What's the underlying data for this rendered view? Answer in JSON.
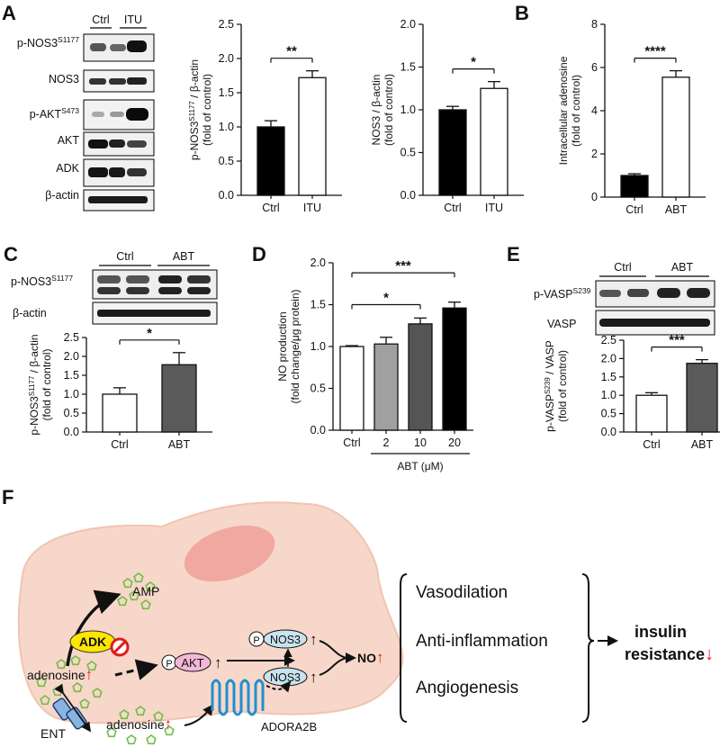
{
  "panels": {
    "A": {
      "label": "A",
      "blot_groups": [
        "Ctrl",
        "ITU"
      ],
      "blot_rows": [
        {
          "label": "p-NOS3",
          "sup": "S1177"
        },
        {
          "label": "NOS3",
          "sup": ""
        },
        {
          "label": "p-AKT",
          "sup": "S473"
        },
        {
          "label": "AKT",
          "sup": ""
        },
        {
          "label": "ADK",
          "sup": ""
        },
        {
          "label": "β-actin",
          "sup": ""
        }
      ]
    },
    "B": {
      "label": "B"
    },
    "C": {
      "label": "C",
      "blot_groups": [
        "Ctrl",
        "ABT"
      ],
      "blot_rows": [
        {
          "label": "p-NOS3",
          "sup": "S1177"
        },
        {
          "label": "β-actin",
          "sup": ""
        }
      ]
    },
    "D": {
      "label": "D"
    },
    "E": {
      "label": "E",
      "blot_groups": [
        "Ctrl",
        "ABT"
      ],
      "blot_rows": [
        {
          "label": "p-VASP",
          "sup": "S239"
        },
        {
          "label": "VASP",
          "sup": ""
        }
      ]
    },
    "F": {
      "label": "F"
    }
  },
  "chart_data": [
    {
      "id": "A1",
      "type": "bar",
      "categories": [
        "Ctrl",
        "ITU"
      ],
      "values": [
        1.0,
        1.72
      ],
      "errors": [
        0.09,
        0.1
      ],
      "fills": [
        "#000000",
        "#ffffff"
      ],
      "ylim": [
        0,
        2.5
      ],
      "yticks": [
        "0.0",
        "0.5",
        "1.0",
        "1.5",
        "2.0",
        "2.5"
      ],
      "ylabel": {
        "line1_pre": "p-NOS3",
        "line1_sup": "S1177",
        "line1_post": " / β-actin",
        "line2": "(fold of control)"
      },
      "xlabel": "",
      "significance": [
        {
          "from": 0,
          "to": 1,
          "text": "**"
        }
      ]
    },
    {
      "id": "A2",
      "type": "bar",
      "categories": [
        "Ctrl",
        "ITU"
      ],
      "values": [
        1.0,
        1.25
      ],
      "errors": [
        0.04,
        0.08
      ],
      "fills": [
        "#000000",
        "#ffffff"
      ],
      "ylim": [
        0,
        2.0
      ],
      "yticks": [
        "0.0",
        "0.5",
        "1.0",
        "1.5",
        "2.0"
      ],
      "ylabel": {
        "line1_pre": "NOS3 / β-actin",
        "line1_sup": "",
        "line1_post": "",
        "line2": "(fold of control)"
      },
      "xlabel": "",
      "significance": [
        {
          "from": 0,
          "to": 1,
          "text": "*"
        }
      ]
    },
    {
      "id": "B",
      "type": "bar",
      "categories": [
        "Ctrl",
        "ABT"
      ],
      "values": [
        1.0,
        5.55
      ],
      "errors": [
        0.08,
        0.3
      ],
      "fills": [
        "#000000",
        "#ffffff"
      ],
      "ylim": [
        0,
        8
      ],
      "yticks": [
        "0",
        "2",
        "4",
        "6",
        "8"
      ],
      "ylabel": {
        "line1_pre": "Intracellular adenosine",
        "line1_sup": "",
        "line1_post": "",
        "line2": "(fold of control)"
      },
      "xlabel": "",
      "significance": [
        {
          "from": 0,
          "to": 1,
          "text": "****"
        }
      ]
    },
    {
      "id": "C",
      "type": "bar",
      "categories": [
        "Ctrl",
        "ABT"
      ],
      "values": [
        1.0,
        1.78
      ],
      "errors": [
        0.17,
        0.32
      ],
      "fills": [
        "#ffffff",
        "#5a5a5a"
      ],
      "ylim": [
        0,
        2.5
      ],
      "yticks": [
        "0.0",
        "0.5",
        "1.0",
        "1.5",
        "2.0",
        "2.5"
      ],
      "ylabel": {
        "line1_pre": "p-NOS3",
        "line1_sup": "S1177",
        "line1_post": " / β-actin",
        "line2": "(fold of control)"
      },
      "xlabel": "",
      "significance": [
        {
          "from": 0,
          "to": 1,
          "text": "*"
        }
      ]
    },
    {
      "id": "D",
      "type": "bar",
      "categories": [
        "Ctrl",
        "2",
        "10",
        "20"
      ],
      "values": [
        1.0,
        1.03,
        1.27,
        1.46
      ],
      "errors": [
        0.01,
        0.08,
        0.07,
        0.07
      ],
      "fills": [
        "#ffffff",
        "#a0a0a0",
        "#555555",
        "#000000"
      ],
      "ylim": [
        0,
        2.0
      ],
      "yticks": [
        "0.0",
        "0.5",
        "1.0",
        "1.5",
        "2.0"
      ],
      "ylabel": {
        "line1_pre": "NO production",
        "line1_sup": "",
        "line1_post": "",
        "line2": "(fold change/μg protein)"
      },
      "xlabel": "ABT (μM)",
      "significance": [
        {
          "from": 0,
          "to": 2,
          "text": "*"
        },
        {
          "from": 0,
          "to": 3,
          "text": "***"
        }
      ]
    },
    {
      "id": "E",
      "type": "bar",
      "categories": [
        "Ctrl",
        "ABT"
      ],
      "values": [
        1.0,
        1.87
      ],
      "errors": [
        0.07,
        0.1
      ],
      "fills": [
        "#ffffff",
        "#5a5a5a"
      ],
      "ylim": [
        0,
        2.5
      ],
      "yticks": [
        "0.0",
        "0.5",
        "1.0",
        "1.5",
        "2.0",
        "2.5"
      ],
      "ylabel": {
        "line1_pre": "p-VASP",
        "line1_sup": "S239",
        "line1_post": " / VASP",
        "line2": "(fold of control)"
      },
      "xlabel": "",
      "significance": [
        {
          "from": 0,
          "to": 1,
          "text": "***"
        }
      ]
    }
  ],
  "diagram": {
    "amp": "AMP",
    "adk": "ADK",
    "adenosine_in": "adenosine",
    "adenosine_out": "adenosine",
    "akt_p": "P",
    "akt": "AKT",
    "nos3_p": "P",
    "nos3_top": "NOS3",
    "nos3_bottom": "NOS3",
    "no": "NO",
    "ent": "ENT",
    "adora2b": "ADORA2B",
    "effects": [
      "Vasodilation",
      "Anti-inflammation",
      "Angiogenesis"
    ],
    "outcome_line1": "insulin",
    "outcome_line2": "resistance",
    "up_arrow": "↑",
    "down_arrow": "↓",
    "colors": {
      "cell": "#f7d7c9",
      "nucleus": "#f0a8a0",
      "adk": "#ffe600",
      "akt": "#f3b8d6",
      "nos3": "#c9e3ef",
      "pentagon": "#6fbe44",
      "receptor": "#1f8fd0",
      "red": "#e01b1b"
    }
  }
}
